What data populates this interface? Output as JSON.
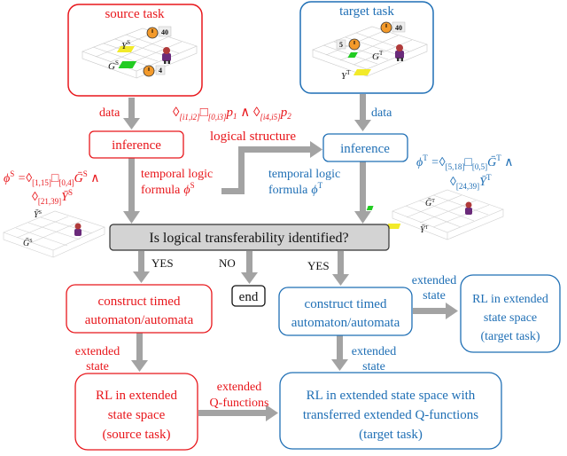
{
  "colors": {
    "source": "#e8161b",
    "target": "#1f6fb5",
    "arrow": "#a3a3a3",
    "decision_fill": "#d3d3d3",
    "goal_green": "#22cc22",
    "yellow_zone": "#f2ea2a",
    "timer_orange": "#f39a2b"
  },
  "source_task": {
    "title": "source task",
    "timer_40": "40",
    "timer_4": "4",
    "label_Y": "Y",
    "label_G": "G",
    "sup": "S"
  },
  "target_task": {
    "title": "target task",
    "timer_40": "40",
    "timer_5": "5",
    "label_Y": "Y",
    "label_G": "G",
    "sup": "T"
  },
  "labels": {
    "data_left": "data",
    "data_right": "data",
    "inference_left": "inference",
    "inference_right": "inference",
    "logical_structure": "logical structure",
    "tl_formula_left_1": "temporal logic",
    "tl_formula_left_2": "formula",
    "tl_formula_right_1": "temporal logic",
    "tl_formula_right_2": "formula",
    "decision": "Is logical transferability identified?",
    "yes_left": "YES",
    "no": "NO",
    "yes_right": "YES",
    "end": "end",
    "construct_left_1": "construct timed",
    "construct_left_2": "automaton/automata",
    "construct_right_1": "construct timed",
    "construct_right_2": "automaton/automata",
    "extended_state_left_1": "extended",
    "extended_state_left_2": "state",
    "extended_state_right_1": "extended",
    "extended_state_right_2": "state",
    "extended_state_top_1": "extended",
    "extended_state_top_2": "state",
    "rl_left_1": "RL in extended",
    "rl_left_2": "state space",
    "rl_left_3": "(source task)",
    "rl_right_top_1": "RL in extended",
    "rl_right_top_2": "state space",
    "rl_right_top_3": "(target task)",
    "extended_q_1": "extended",
    "extended_q_2": "Q-functions",
    "rl_bottom_1": "RL in extended state space with",
    "rl_bottom_2": "transferred extended Q-functions",
    "rl_bottom_3": "(target task)"
  },
  "formulas": {
    "structure": "◊[i1,i2]□[0,i3]p1 ∧ ◊[i4,i5]p2",
    "phi_S_line1": "ϕS =◊[1,15]□[0,4]ḠS ∧",
    "phi_S_line2": "◊[21,39]ȲS",
    "phi_T_line1": "ϕT =◊[5,18]□[0,5]ḠT ∧",
    "phi_T_line2": "◊[24,39]ȲT"
  },
  "abstract_scenes": {
    "left_Y": "Ȳ",
    "left_G": "Ḡ",
    "left_sup": "S",
    "right_Y": "Ȳ",
    "right_G": "Ḡ",
    "right_sup": "T"
  }
}
